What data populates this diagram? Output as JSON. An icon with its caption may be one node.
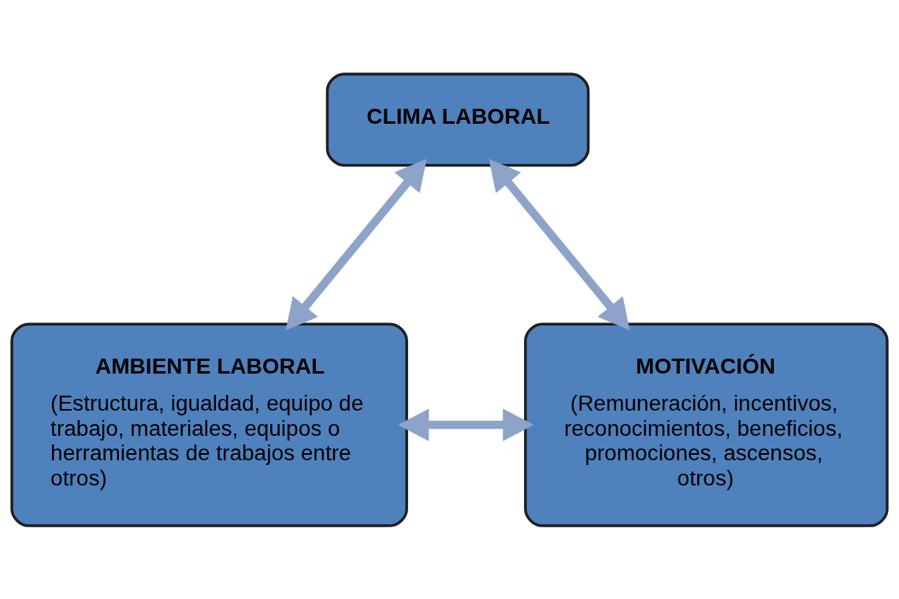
{
  "diagram": {
    "nodes": [
      {
        "text": [
          "CLIMA LABORAL"
        ]
      },
      {
        "text": [
          "AMBIENTE LABORAL",
          "(Estructura, igualdad, equipo de trabajo, materiales, equipos o herramientas de trabajos entre otros)"
        ]
      },
      {
        "text": [
          "MOTIVACIÓN",
          "(Remuneración, incentivos, reconocimientos, beneficios, promociones, ascensos, otros)"
        ]
      }
    ],
    "edges": [
      {
        "from": 0,
        "to": 1,
        "arrow": "both"
      },
      {
        "from": 0,
        "to": 2,
        "arrow": "both"
      },
      {
        "from": 1,
        "to": 2,
        "arrow": "both"
      }
    ]
  }
}
